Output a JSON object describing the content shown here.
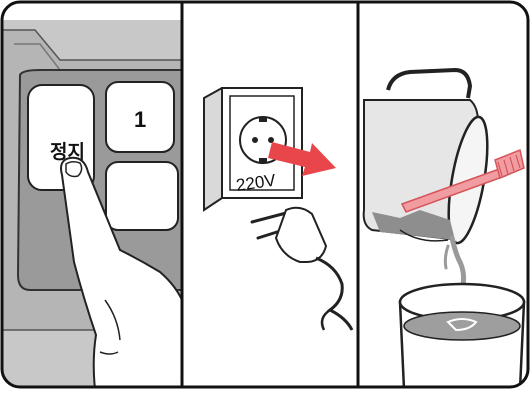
{
  "panels": {
    "stop_button": {
      "label": "정지"
    },
    "number_button": {
      "label": "1"
    },
    "outlet": {
      "voltage_label": "220V"
    }
  },
  "colors": {
    "frame": "#111111",
    "panel_bg": "#ffffff",
    "device_gray": "#b8b8b8",
    "device_dark": "#8a8a8a",
    "arrow_red": "#e8464a",
    "arrow_pink": "#f19ca0",
    "water_gray": "#9a9a9a"
  }
}
